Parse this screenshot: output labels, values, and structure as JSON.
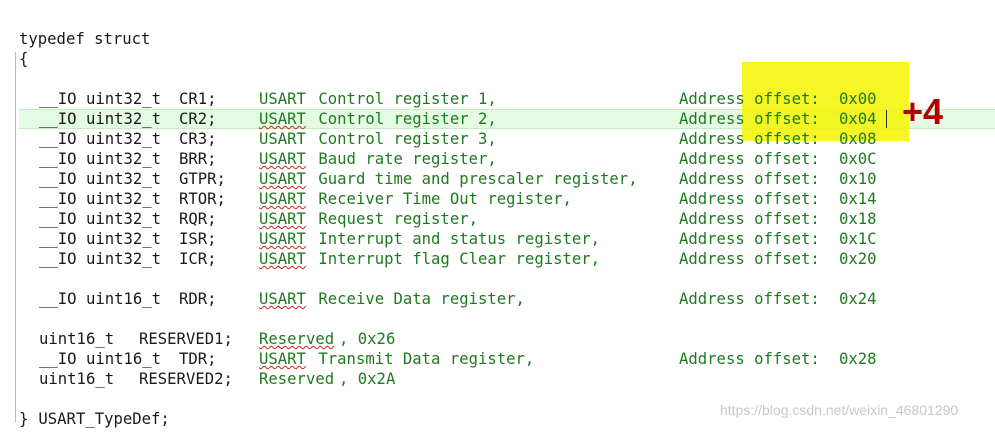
{
  "code": {
    "typedef": "typedef struct",
    "open_brace": "{",
    "close_brace": "}",
    "closing_name": " USART_TypeDef;",
    "members": [
      {
        "type": "__IO uint32_t",
        "name": "CR1;",
        "desc_a": "USART",
        "desc_b": " Control register 1,",
        "offset_label": "Address offset:",
        "offset": "0x00"
      },
      {
        "type": "__IO uint32_t",
        "name": "CR2;",
        "desc_a": "USART",
        "desc_b": " Control register 2,",
        "offset_label": "Address offset:",
        "offset": "0x04"
      },
      {
        "type": "__IO uint32_t",
        "name": "CR3;",
        "desc_a": "USART",
        "desc_b": " Control register 3,",
        "offset_label": "Address offset:",
        "offset": "0x08"
      },
      {
        "type": "__IO uint32_t",
        "name": "BRR;",
        "desc_a": "USART",
        "desc_b": " Baud rate register,",
        "offset_label": "Address offset:",
        "offset": "0x0C"
      },
      {
        "type": "__IO uint32_t",
        "name": "GTPR;",
        "desc_a": "USART",
        "desc_b": " Guard time and prescaler register,",
        "offset_label": "Address offset:",
        "offset": "0x10"
      },
      {
        "type": "__IO uint32_t",
        "name": "RTOR;",
        "desc_a": "USART",
        "desc_b": " Receiver Time Out register,",
        "offset_label": "Address offset:",
        "offset": "0x14"
      },
      {
        "type": "__IO uint32_t",
        "name": "RQR;",
        "desc_a": "USART",
        "desc_b": " Request register,",
        "offset_label": "Address offset:",
        "offset": "0x18"
      },
      {
        "type": "__IO uint32_t",
        "name": "ISR;",
        "desc_a": "USART",
        "desc_b": " Interrupt and status register,",
        "offset_label": "Address offset:",
        "offset": "0x1C"
      },
      {
        "type": "__IO uint32_t",
        "name": "ICR;",
        "desc_a": "USART",
        "desc_b": " Interrupt flag Clear register,",
        "offset_label": "Address offset:",
        "offset": "0x20"
      },
      {
        "type": "__IO uint16_t",
        "name": "RDR;",
        "desc_a": "USART",
        "desc_b": " Receive Data register,",
        "offset_label": "Address offset:",
        "offset": "0x24"
      },
      {
        "type": "uint16_t",
        "name": "RESERVED1;",
        "desc_a": "Reserved",
        "desc_b": ", 0x26"
      },
      {
        "type": "__IO uint16_t",
        "name": "TDR;",
        "desc_a": "USART",
        "desc_b": " Transmit Data register,",
        "offset_label": "Address offset:",
        "offset": "0x28"
      },
      {
        "type": "uint16_t",
        "name": "RESERVED2;",
        "desc_a": "Reserved",
        "desc_b": ", 0x2A"
      }
    ]
  },
  "annotation": {
    "label": "+4",
    "color": "#b40000",
    "highlight_color": "#f4f400"
  },
  "colors": {
    "comment": "#1f7a1f",
    "code": "#808080",
    "keyword": "#1a1a1a",
    "current_line": "#e3fae3"
  },
  "watermark": "https://blog.csdn.net/weixin_46801290"
}
